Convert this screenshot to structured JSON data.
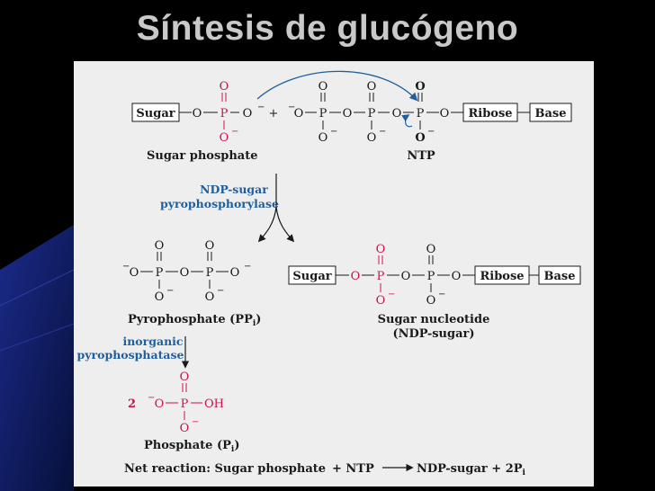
{
  "slide": {
    "title": "Síntesis de glucógeno",
    "colors": {
      "background": "#000000",
      "panel": "#eeeeee",
      "title": "#c9c9c9",
      "red": "#c8134f",
      "blue": "#1f5f9e",
      "ink": "#1a1a1a"
    }
  },
  "diagram": {
    "sugar": "Sugar",
    "ribose": "Ribose",
    "base": "Base",
    "o": "O",
    "o_minus": "O",
    "p": "P",
    "minus": "−",
    "plus": "+",
    "oh": "OH",
    "two": "2",
    "sugar_phosphate": "Sugar phosphate",
    "ntp": "NTP",
    "enzyme1": [
      "NDP-sugar",
      "pyrophosphorylase"
    ],
    "pyrophosphate": "Pyrophosphate (PP",
    "pp_sub": "i",
    "close_paren": ")",
    "sugar_nucleotide": [
      "Sugar nucleotide",
      "(NDP-sugar)"
    ],
    "enzyme2": [
      "inorganic",
      "pyrophosphatase"
    ],
    "phosphate": "Phosphate (P",
    "p_sub": "i",
    "net": {
      "label": "Net reaction: Sugar phosphate",
      "plus_ntp": "+ NTP",
      "products": "NDP-sugar + 2P",
      "sub": "i"
    }
  }
}
